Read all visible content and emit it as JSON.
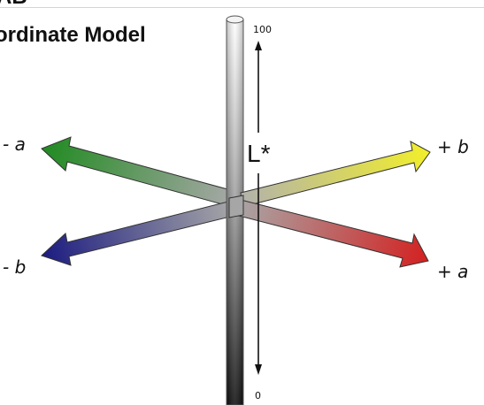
{
  "diagram": {
    "title_fragment": "AB",
    "title": "ordinate Model",
    "lightness_axis": {
      "label": "L*",
      "top_value": "100",
      "bottom_value": "0"
    },
    "chroma_axes": {
      "neg_a": "- a",
      "pos_a": "+ a",
      "neg_b": "- b",
      "pos_b": "+ b"
    },
    "colors": {
      "green": "#1e8a1e",
      "red": "#d42020",
      "yellow": "#f2ef2a",
      "blue": "#1a1a80",
      "neutral_gray": "#a8a8a8"
    }
  }
}
